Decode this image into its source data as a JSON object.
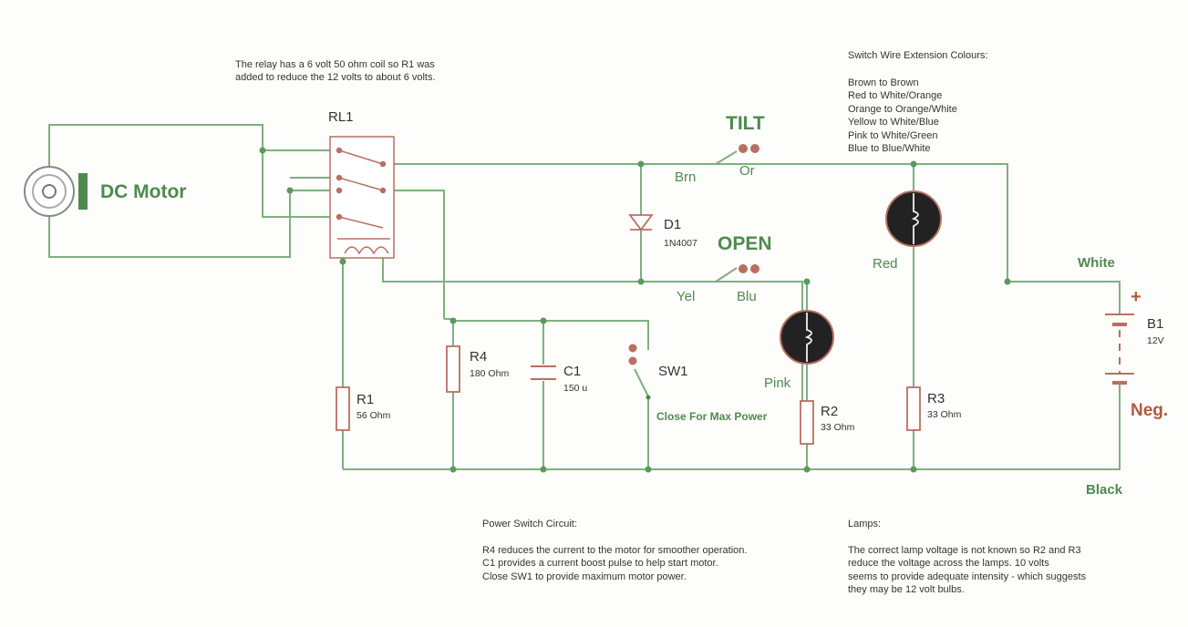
{
  "colors": {
    "wire": "#7fb07f",
    "component": "#b87060",
    "dot": "#4e8a4e",
    "label_green": "#4e8a4e",
    "label_red": "#b05a40"
  },
  "relay_note": [
    "The relay has a 6 volt 50 ohm coil so R1 was",
    "added to reduce the 12 volts to about 6 volts."
  ],
  "switch_colours": {
    "title": "Switch Wire Extension Colours:",
    "items": [
      "Brown  to Brown",
      "Red to White/Orange",
      "Orange to Orange/White",
      "Yellow to White/Blue",
      "Pink to White/Green",
      "Blue to Blue/White"
    ]
  },
  "motor": {
    "label": "DC Motor"
  },
  "relay": {
    "label": "RL1"
  },
  "tilt": {
    "label": "TILT",
    "left": "Brn",
    "right": "Or"
  },
  "open": {
    "label": "OPEN",
    "left": "Yel",
    "right": "Blu"
  },
  "d1": {
    "name": "D1",
    "value": "1N4007"
  },
  "lamp_red": {
    "label": "Red"
  },
  "lamp_pink": {
    "label": "Pink"
  },
  "r1": {
    "name": "R1",
    "value": "56 Ohm"
  },
  "r2": {
    "name": "R2",
    "value": "33 Ohm"
  },
  "r3": {
    "name": "R3",
    "value": "33 Ohm"
  },
  "r4": {
    "name": "R4",
    "value": "180 Ohm"
  },
  "c1": {
    "name": "C1",
    "value": "150 u"
  },
  "sw1": {
    "name": "SW1",
    "note": "Close For Max Power"
  },
  "battery": {
    "name": "B1",
    "value": "12V",
    "plus": "+",
    "neg": "Neg.",
    "white": "White",
    "black": "Black"
  },
  "power_notes": {
    "title": "Power Switch Circuit:",
    "lines": [
      "R4 reduces the current to the motor for smoother operation.",
      "C1 provides a current boost pulse to help start motor.",
      "Close SW1  to provide maximum motor power."
    ]
  },
  "lamp_notes": {
    "title": "Lamps:",
    "lines": [
      "The correct lamp voltage is not known so R2 and R3",
      "reduce the voltage across the lamps.  10 volts",
      "seems to provide adequate intensity - which suggests",
      "they may be 12 volt bulbs."
    ]
  }
}
